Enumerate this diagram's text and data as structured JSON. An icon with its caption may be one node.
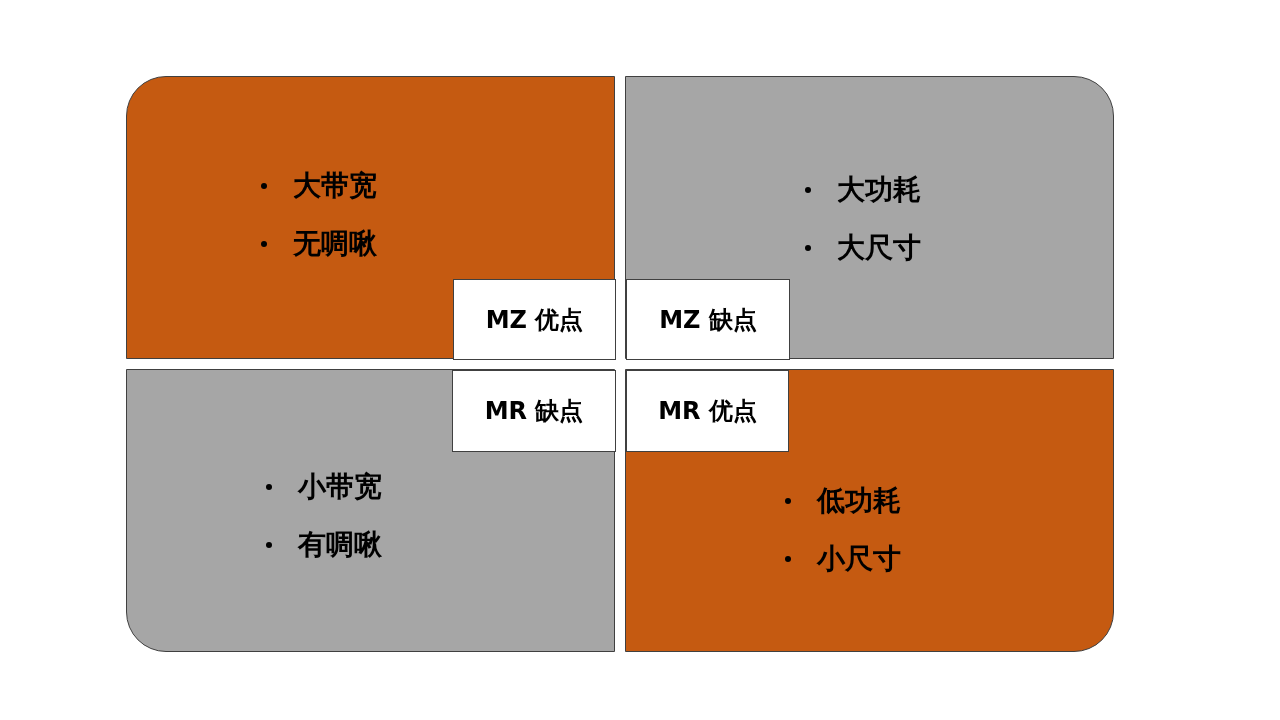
{
  "diagram": {
    "nodes": [
      {
        "text": [
          "大带宽",
          "无啁啾"
        ]
      },
      {
        "text": [
          "MZ 优点"
        ],
        "in": 0
      },
      {
        "text": [
          "大功耗",
          "大尺寸"
        ]
      },
      {
        "text": [
          "MZ 缺点"
        ],
        "in": 2
      },
      {
        "text": [
          "小带宽",
          "有啁啾"
        ]
      },
      {
        "text": [
          "MR 缺点"
        ],
        "in": 4
      },
      {
        "text": [
          "低功耗",
          "小尺寸"
        ]
      },
      {
        "text": [
          "MR 优点"
        ],
        "in": 6
      }
    ]
  }
}
